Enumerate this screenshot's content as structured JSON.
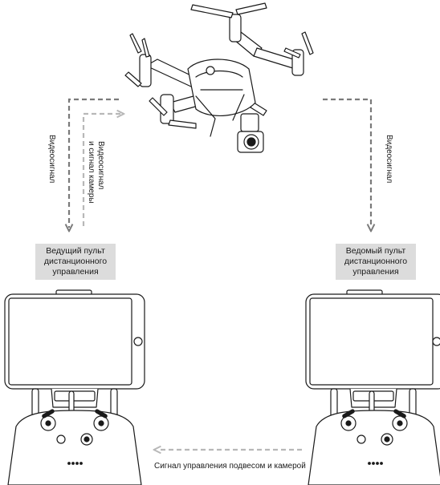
{
  "labels": {
    "master_controller": "Ведущий пульт дистанционного управления",
    "slave_controller": "Ведомый пульт дистанционного управления",
    "video_signal_left": "Видеосигнал",
    "video_and_camera_signal_line1": "Видеосигнал",
    "video_and_camera_signal_line2": "и сигнал камеры",
    "video_signal_right": "Видеосигнал",
    "gimbal_camera_control": "Сигнал управления подвесом и камерой"
  },
  "colors": {
    "arrow_dark": "#7a7a7a",
    "arrow_light": "#b8b8b8",
    "label_bg": "#dcdcdc",
    "line_art": "#1a1a1a"
  },
  "icons": {
    "drone": "quadcopter-drone",
    "controller": "remote-controller-with-tablet"
  }
}
